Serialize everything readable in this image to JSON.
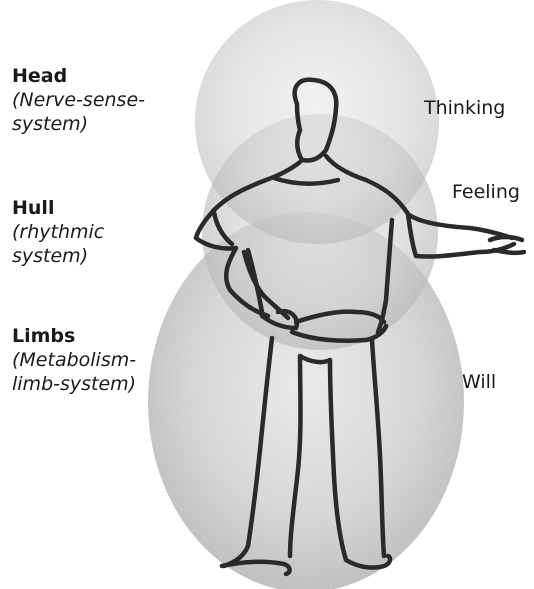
{
  "regions": [
    {
      "id": "head",
      "title": "Head",
      "subtitle_lines": [
        "(Nerve-sense-",
        "system)"
      ]
    },
    {
      "id": "hull",
      "title": "Hull",
      "subtitle_lines": [
        "(rhythmic",
        "system)"
      ]
    },
    {
      "id": "limbs",
      "title": "Limbs",
      "subtitle_lines": [
        "(Metabolism-",
        "limb-system)"
      ]
    }
  ],
  "faculties": {
    "thinking": "Thinking",
    "feeling": "Feeling",
    "will": "Will"
  },
  "colors": {
    "sphere_fill": "#b8b8b8",
    "figure_stroke": "#2a2a2a",
    "text": "#1a1a1a"
  }
}
